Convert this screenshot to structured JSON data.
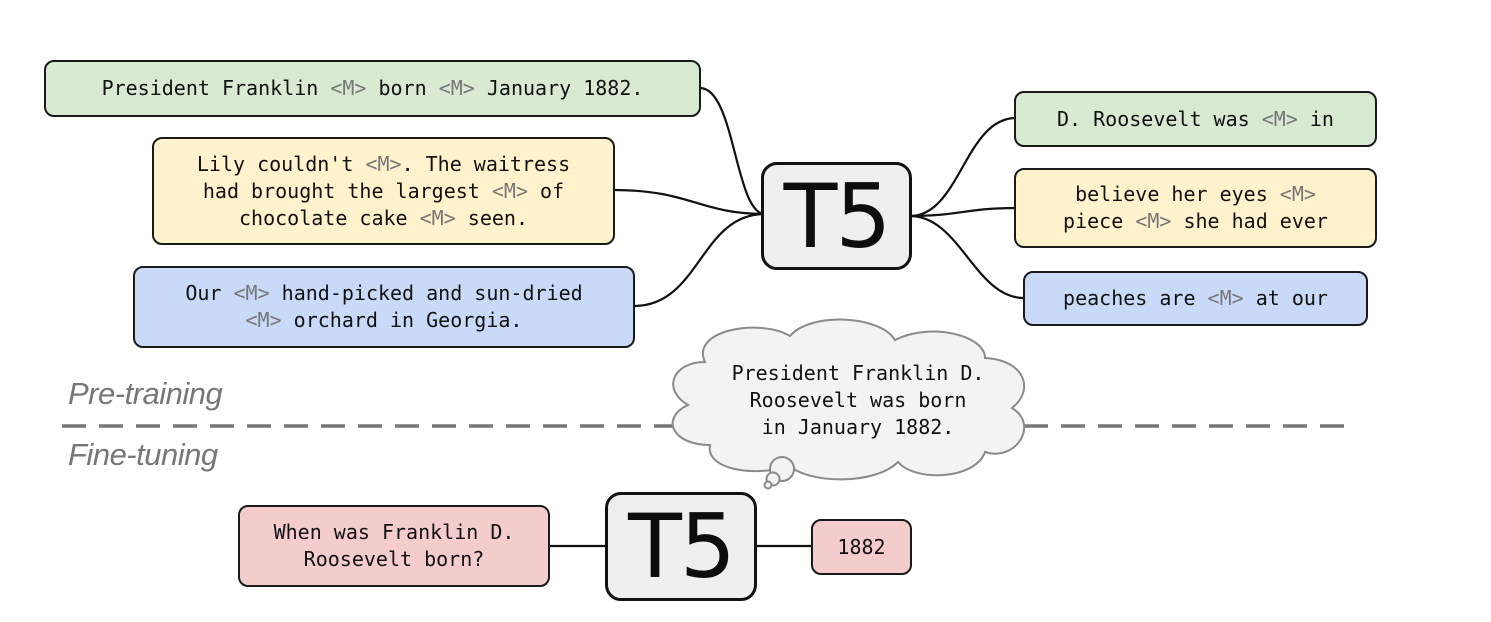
{
  "colors": {
    "green": "#d9ead3",
    "yellow": "#fff2cc",
    "blue": "#c9daf8",
    "red": "#f4cccc",
    "mask_token": "#777777",
    "t5_fill": "#efefef",
    "cloud_fill": "#f3f3f3",
    "divider": "#777777"
  },
  "mask_token": "<M>",
  "pretraining": {
    "label": "Pre-training",
    "model": "T5",
    "inputs": [
      {
        "color": "green",
        "lines": [
          [
            "President Franklin ",
            "<M>",
            " born ",
            "<M>",
            " January 1882."
          ]
        ]
      },
      {
        "color": "yellow",
        "lines": [
          [
            "Lily couldn't ",
            "<M>",
            ". The waitress"
          ],
          [
            "had brought the largest ",
            "<M>",
            " of"
          ],
          [
            "chocolate cake ",
            "<M>",
            " seen."
          ]
        ]
      },
      {
        "color": "blue",
        "lines": [
          [
            "Our ",
            "<M>",
            " hand-picked and sun-dried"
          ],
          [
            "<M>",
            " orchard in Georgia."
          ]
        ]
      }
    ],
    "outputs": [
      {
        "color": "green",
        "lines": [
          [
            "D. Roosevelt was ",
            "<M>",
            " in"
          ]
        ]
      },
      {
        "color": "yellow",
        "lines": [
          [
            "believe her eyes ",
            "<M>"
          ],
          [
            "piece ",
            "<M>",
            " she had ever"
          ]
        ]
      },
      {
        "color": "blue",
        "lines": [
          [
            "peaches are ",
            "<M>",
            " at our"
          ]
        ]
      }
    ]
  },
  "thought": {
    "lines": [
      "President Franklin D.",
      "Roosevelt was born",
      "in January 1882."
    ]
  },
  "finetuning": {
    "label": "Fine-tuning",
    "model": "T5",
    "input": {
      "color": "red",
      "lines": [
        [
          "When was Franklin D."
        ],
        [
          "Roosevelt born?"
        ]
      ]
    },
    "output": {
      "color": "red",
      "lines": [
        [
          "1882"
        ]
      ]
    }
  }
}
